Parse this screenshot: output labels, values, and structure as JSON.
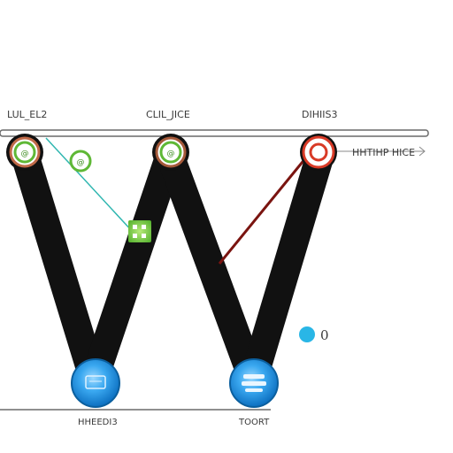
{
  "labels": {
    "top_left": "LUL_EL2",
    "top_middle": "CLIL_JICE",
    "top_right": "DIHIIS3",
    "right_side": "HHTIHP HICE",
    "bottom_left": "HHEEDI3",
    "bottom_right": "TOORT",
    "legend_value": "0"
  },
  "colors": {
    "beam": "#111111",
    "rail": "#6a6a6a",
    "green_ring": "#5fb836",
    "red_ring": "#d83a26",
    "dark_red_line": "#7a1410",
    "teal_line": "#2fb6b0",
    "blue_node": "#1e90e0",
    "legend_dot": "#29b6e6"
  }
}
